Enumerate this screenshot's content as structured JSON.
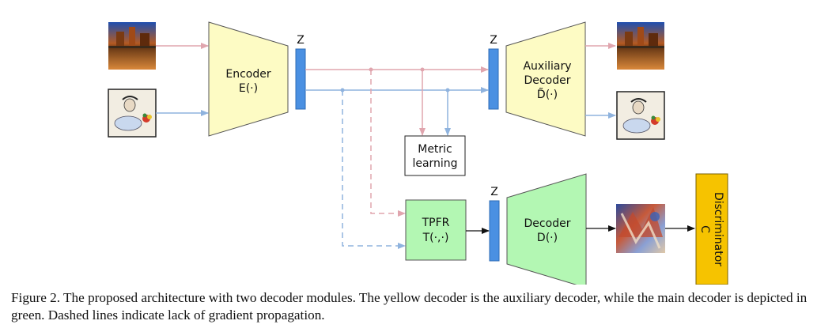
{
  "diagram": {
    "z_label": "Z",
    "encoder": {
      "title": "Encoder",
      "fn": "E(·)"
    },
    "aux_decoder": {
      "line1": "Auxiliary",
      "line2": "Decoder",
      "fn": "D̃(·)"
    },
    "metric": {
      "line1": "Metric",
      "line2": "learning"
    },
    "tpfr": {
      "title": "TPFR",
      "fn": "T(·,·)"
    },
    "decoder": {
      "title": "Decoder",
      "fn": "D(·)"
    },
    "discriminator": {
      "line1": "Discriminator",
      "line2": "C"
    }
  },
  "colors": {
    "encoder_fill": "#fdfbc4",
    "aux_fill": "#fdfbc4",
    "green_fill": "#b3f7b3",
    "z_bar": "#4a90e2",
    "discriminator_fill": "#f6c300",
    "pink_line": "#e0a5ae",
    "blue_line": "#8fb3de"
  },
  "caption": {
    "text": "Figure 2. The proposed architecture with two decoder modules. The yellow decoder is the auxiliary decoder, while the main decoder is depicted in green. Dashed lines indicate lack of gradient propagation."
  }
}
